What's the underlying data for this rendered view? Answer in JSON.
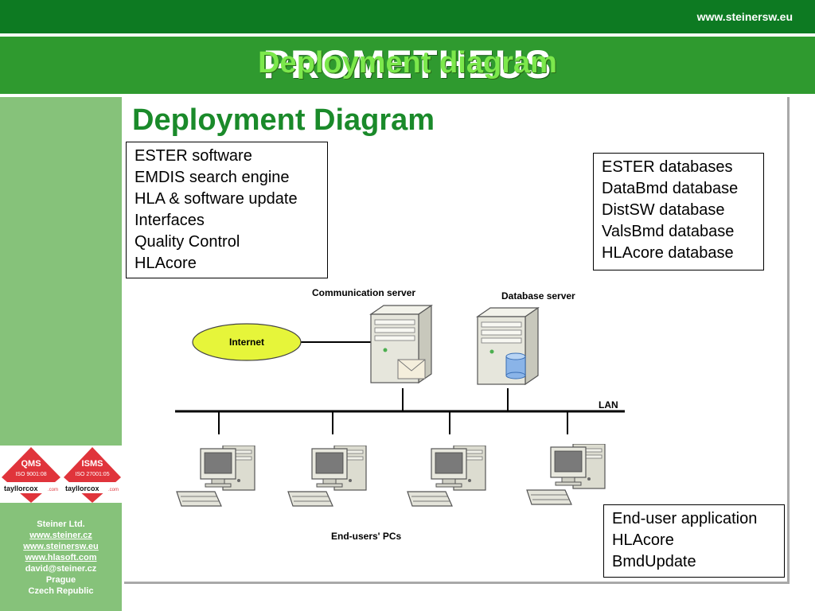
{
  "header": {
    "url": "www.steinersw.eu",
    "brand_title": "PROMETHEUS",
    "overlay_title": "Deployment diagram"
  },
  "slide": {
    "title": "Deployment Diagram"
  },
  "boxes": {
    "communication": [
      "ESTER software",
      "EMDIS search engine",
      "HLA & software update",
      "Interfaces",
      "Quality Control",
      "HLAcore"
    ],
    "database": [
      "ESTER databases",
      "DataBmd database",
      "DistSW database",
      "ValsBmd database",
      "HLAcore database"
    ],
    "enduser": [
      "End-user application",
      "HLAcore",
      "BmdUpdate"
    ]
  },
  "diagram": {
    "internet_label": "Internet",
    "comm_server_label": "Communication server",
    "db_server_label": "Database server",
    "lan_label": "LAN",
    "pcs_label": "End-users' PCs",
    "internet_color": "#e6f53a",
    "pc_count": 4
  },
  "logos": {
    "qms": {
      "title": "QMS",
      "std": "ISO 9001:08",
      "brand": "tayllorcox",
      "suffix": ".com"
    },
    "isms": {
      "title": "ISMS",
      "std": "ISO 27001:05",
      "brand": "tayllorcox",
      "suffix": ".com"
    },
    "badge_color": "#e0343b"
  },
  "footer": {
    "company": "Steiner Ltd.",
    "links": [
      "www.steiner.cz",
      "www.steinersw.eu",
      "www.hlasoft.com"
    ],
    "email": "david@steiner.cz",
    "city": "Prague",
    "country": "Czech Republic"
  }
}
